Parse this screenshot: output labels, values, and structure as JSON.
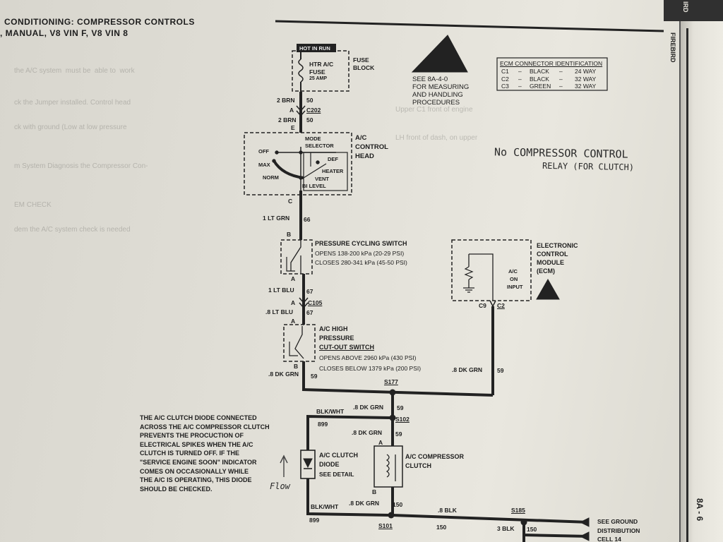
{
  "header": {
    "title": "CONDITIONING: COMPRESSOR CONTROLS",
    "subtitle": ", MANUAL, V8 VIN F, V8 VIN 8",
    "right_tab": "FIREBIRD",
    "corner_tab": "IRD"
  },
  "power": {
    "hot_in_run": "HOT IN RUN",
    "fuse_lines": [
      "HTR A/C",
      "FUSE",
      "25 AMP"
    ],
    "fuse_block": [
      "FUSE",
      "BLOCK"
    ]
  },
  "esd_notice": [
    "SEE 8A-4-0",
    "FOR MEASURING",
    "AND HANDLING",
    "PROCEDURES"
  ],
  "ecm_table": {
    "title": "ECM CONNECTOR IDENTIFICATION",
    "rows": [
      [
        "C1",
        "–",
        "BLACK",
        "–",
        "24 WAY"
      ],
      [
        "C2",
        "–",
        "BLACK",
        "–",
        "32 WAY"
      ],
      [
        "C3",
        "–",
        "GREEN",
        "–",
        "32 WAY"
      ]
    ]
  },
  "wires": {
    "w1_label": "2 BRN",
    "w1_num": "50",
    "c202_a": "A",
    "c202": "C202",
    "w2_label": "2 BRN",
    "w2_num": "50",
    "c202_e": "E",
    "w3_pin": "C",
    "w3_label": "1 LT GRN",
    "w3_num": "66",
    "w4_label": "1 LT BLU",
    "w4_num": "67",
    "c105_a": "A",
    "c105": "C105",
    "w5_label": ".8 LT BLU",
    "w5_num": "67",
    "w6_label": ".8 DK GRN",
    "w6_num": "59",
    "w7_label": ".8 DK GRN",
    "w7_num": "59",
    "s177": "S177",
    "w8_label": ".8 DK GRN",
    "w8_num": "59",
    "w9_label": ".8 DK GRN",
    "w9_num": "59",
    "s102": "S102",
    "bw_label": "BLK/WHT",
    "bw_num": "899",
    "w10_label": ".8 DK GRN",
    "w10_num": "150",
    "bw2_label": "BLK/WHT",
    "bw2_num": "899",
    "s101": "S101",
    "w11_label": ".8 BLK",
    "w11_num": "150",
    "s185": "S185",
    "w12_label": "3 BLK",
    "w12_num": "150",
    "ground": [
      "SEE GROUND",
      "DISTRIBUTION",
      "CELL 14"
    ]
  },
  "control_head": {
    "title": [
      "A/C",
      "CONTROL",
      "HEAD"
    ],
    "labels": [
      "MODE",
      "SELECTOR",
      "OFF",
      "DEF",
      "MAX",
      "HEATER",
      "NORM",
      "VENT",
      "BI LEVEL"
    ]
  },
  "pressure_cycling": {
    "pin_b": "B",
    "pin_a": "A",
    "lines": [
      "PRESSURE CYCLING SWITCH",
      "OPENS 138-200 kPa (20-29 PSI)",
      "CLOSES 280-341 kPa (45-50 PSI)"
    ]
  },
  "high_pressure": {
    "pin_a": "A",
    "pin_b": "B",
    "lines": [
      "A/C HIGH",
      "PRESSURE",
      "CUT-OUT SWITCH",
      "OPENS ABOVE 2960 kPa (430 PSI)",
      "CLOSES BELOW 1379 kPa (200 PSI)"
    ]
  },
  "ecm": {
    "title": [
      "ELECTRONIC",
      "CONTROL",
      "MODULE",
      "(ECM)"
    ],
    "input": [
      "A/C",
      "ON",
      "INPUT"
    ],
    "pin": "C9",
    "conn": "C2"
  },
  "diode": {
    "lines": [
      "A/C CLUTCH",
      "DIODE",
      "SEE DETAIL"
    ]
  },
  "clutch": {
    "pin_a": "A",
    "pin_b": "B",
    "lines": [
      "A/C COMPRESSOR",
      "CLUTCH"
    ]
  },
  "note": [
    "THE A/C CLUTCH DIODE CONNECTED",
    "ACROSS THE A/C COMPRESSOR CLUTCH",
    "PREVENTS THE PROCUCTION OF",
    "ELECTRICAL SPIKES WHEN THE A/C",
    "CLUTCH IS TURNED OFF.  IF THE",
    "\"SERVICE ENGINE SOON\" INDICATOR",
    "COMES ON OCCASIONALLY WHILE",
    "THE A/C IS OPERATING, THIS DIODE",
    "SHOULD BE CHECKED."
  ],
  "handwritten": {
    "line1": "No COMPRESSOR CONTROL",
    "line2": "RELAY (FOR CLUTCH)",
    "flow": "Flow"
  },
  "page_number": "8A - 6",
  "colors": {
    "paper": "#e2e0d8",
    "ink": "#1d1d1d",
    "wire": "#222222"
  }
}
